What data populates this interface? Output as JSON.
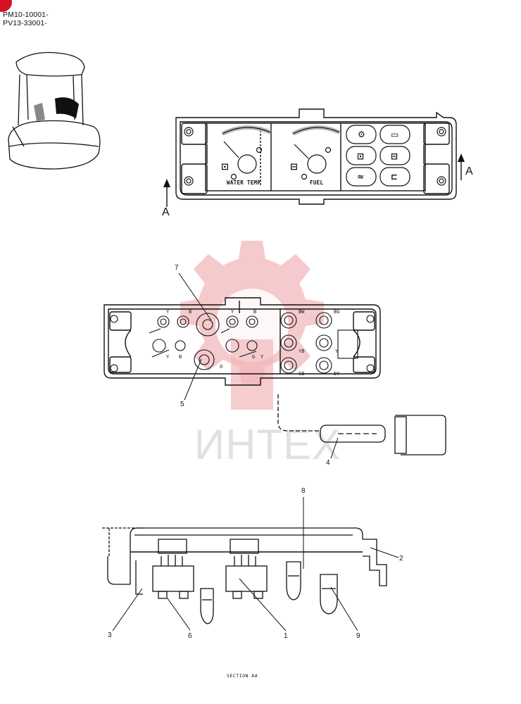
{
  "serial_numbers": [
    "PM10-10001-",
    "PV13-33001-"
  ],
  "watermark": "ИНТЕХ",
  "section_markers": {
    "left": "A",
    "right": "A"
  },
  "gauges": {
    "water_temp_label": "WATER TEMP",
    "fuel_label": "FUEL"
  },
  "callouts": {
    "c1": "1",
    "c2": "2",
    "c3": "3",
    "c4": "4",
    "c5": "5",
    "c6": "6",
    "c7": "7",
    "c8": "8",
    "c9": "9"
  },
  "section_caption": "SECTION AA",
  "wire_labels": [
    "Y",
    "B",
    "Y",
    "B",
    "Y",
    "B",
    "Y",
    "G",
    "O",
    "BW",
    "BG",
    "YB",
    "Y",
    "GB",
    "BY"
  ],
  "colors": {
    "ink": "#111111",
    "watermark_red": "#e8848a",
    "watermark_gray": "#c8c8c8",
    "brand_red": "#d3122a"
  }
}
